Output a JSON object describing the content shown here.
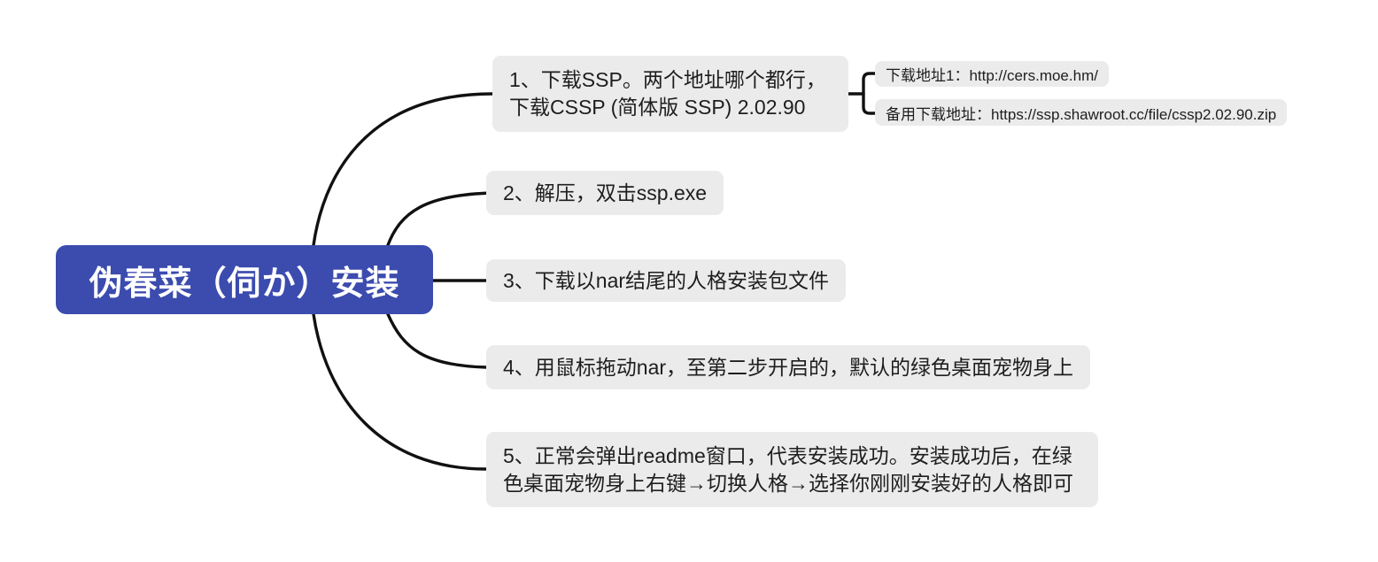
{
  "colors": {
    "background": "#ffffff",
    "root_node_bg": "#3b4bae",
    "root_node_text": "#ffffff",
    "branch_node_bg": "#ebebeb",
    "branch_node_text": "#1e1e1e",
    "connector_line": "#111111"
  },
  "root": {
    "label": "伪春菜（伺か）安装"
  },
  "branches": [
    {
      "label": "1、下载SSP。两个地址哪个都行，下载CSSP (简体版 SSP) 2.02.90",
      "children": [
        {
          "label": "下载地址1：http://cers.moe.hm/"
        },
        {
          "label": "备用下载地址：https://ssp.shawroot.cc/file/cssp2.02.90.zip"
        }
      ]
    },
    {
      "label": "2、解压，双击ssp.exe",
      "children": []
    },
    {
      "label": "3、下载以nar结尾的人格安装包文件",
      "children": []
    },
    {
      "label": "4、用鼠标拖动nar，至第二步开启的，默认的绿色桌面宠物身上",
      "children": []
    },
    {
      "label": "5、正常会弹出readme窗口，代表安装成功。安装成功后，在绿色桌面宠物身上右键→切换人格→选择你刚刚安装好的人格即可",
      "children": []
    }
  ]
}
